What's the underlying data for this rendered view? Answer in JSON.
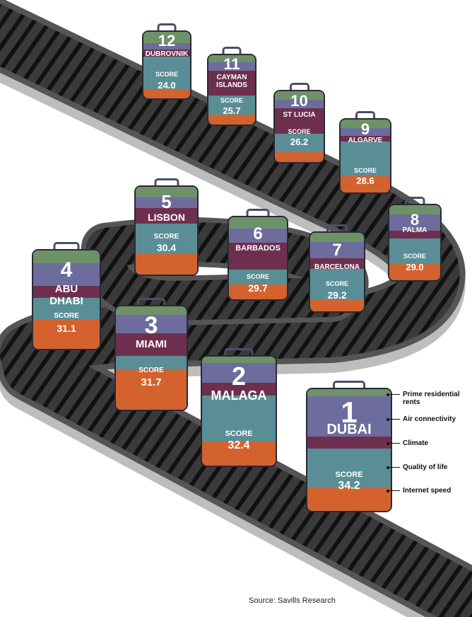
{
  "destinations": [
    {
      "rank": "12",
      "name": "DUBROVNIK",
      "score_label": "SCORE",
      "score": "24.0"
    },
    {
      "rank": "11",
      "name": "CAYMAN\nISLANDS",
      "score_label": "SCORE",
      "score": "25.7"
    },
    {
      "rank": "10",
      "name": "ST LUCIA",
      "score_label": "SCORE",
      "score": "26.2"
    },
    {
      "rank": "9",
      "name": "ALGARVE",
      "score_label": "SCORE",
      "score": "28.6"
    },
    {
      "rank": "8",
      "name": "PALMA",
      "score_label": "SCORE",
      "score": "29.0"
    },
    {
      "rank": "7",
      "name": "BARCELONA",
      "score_label": "SCORE",
      "score": "29.2"
    },
    {
      "rank": "6",
      "name": "BARBADOS",
      "score_label": "SCORE",
      "score": "29.7"
    },
    {
      "rank": "5",
      "name": "LISBON",
      "score_label": "SCORE",
      "score": "30.4"
    },
    {
      "rank": "4",
      "name": "ABU\nDHABI",
      "score_label": "SCORE",
      "score": "31.1"
    },
    {
      "rank": "3",
      "name": "MIAMI",
      "score_label": "SCORE",
      "score": "31.7"
    },
    {
      "rank": "2",
      "name": "MALAGA",
      "score_label": "SCORE",
      "score": "32.4"
    },
    {
      "rank": "1",
      "name": "DUBAI",
      "score_label": "SCORE",
      "score": "34.2"
    }
  ],
  "legend": [
    {
      "label": "Prime residential rents",
      "color": "#6f9168"
    },
    {
      "label": "Air connectivity",
      "color": "#6c6d9d"
    },
    {
      "label": "Climate",
      "color": "#6e2f4f"
    },
    {
      "label": "Quality of life",
      "color": "#5a8e96"
    },
    {
      "label": "Internet speed",
      "color": "#d4622e"
    }
  ],
  "source": "Source: Savills Research"
}
